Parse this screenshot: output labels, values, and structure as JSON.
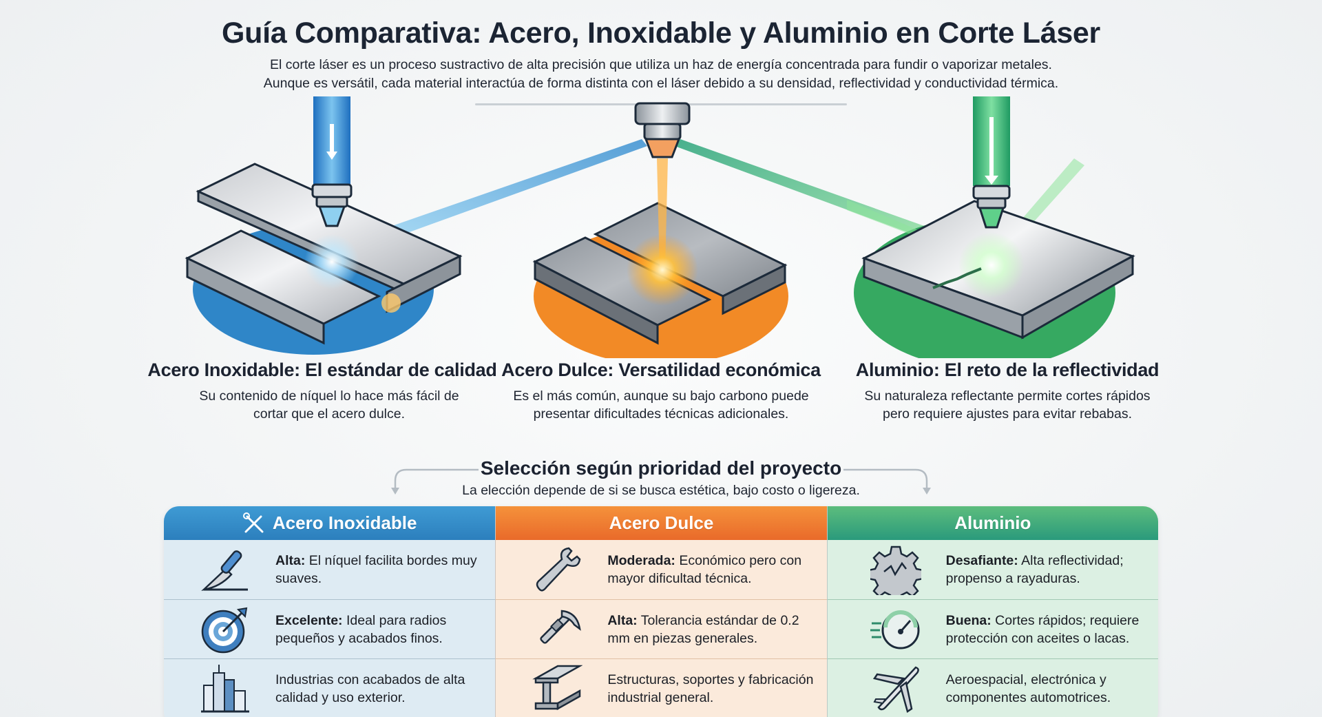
{
  "header": {
    "title": "Guía Comparativa: Acero, Inoxidable y Aluminio en Corte Láser",
    "intro_line1": "El corte láser es un proceso sustractivo de alta precisión que utiliza un haz de energía concentrada para fundir o vaporizar metales.",
    "intro_line2": "Aunque es versátil, cada material interactúa de forma distinta con el láser debido a su densidad, reflectividad y conductividad térmica."
  },
  "materials": [
    {
      "heading": "Acero Inoxidable: El estándar de calidad",
      "desc_line1": "Su contenido de níquel lo hace más fácil de",
      "desc_line2": "cortar que el acero dulce.",
      "color": "#2c7fbd",
      "illustration": "laser-cutting-stainless-plates"
    },
    {
      "heading": "Acero Dulce: Versatilidad económica",
      "desc_line1": "Es el más común, aunque su bajo carbono puede",
      "desc_line2": "presentar dificultades técnicas adicionales.",
      "color": "#ee7a2c",
      "illustration": "laser-cutting-mild-steel-plates"
    },
    {
      "heading": "Aluminio: El reto de la reflectividad",
      "desc_line1": "Su naturaleza reflectante permite cortes rápidos",
      "desc_line2": "pero requiere ajustes para evitar rebabas.",
      "color": "#2fa070",
      "illustration": "laser-cutting-aluminum-plate"
    }
  ],
  "selection": {
    "heading": "Selección según prioridad del proyecto",
    "subtitle": "La elección depende de si se busca estética, bajo costo o ligereza."
  },
  "table": {
    "columns": [
      {
        "header": "Acero Inoxidable",
        "header_icon": "tools-icon",
        "color": "#2c7fbd",
        "rows": [
          {
            "icon": "knife-icon",
            "label": "Alta:",
            "text": " El níquel facilita bordes muy suaves."
          },
          {
            "icon": "target-icon",
            "label": "Excelente:",
            "text": " Ideal para radios pequeños y acabados finos."
          },
          {
            "icon": "building-icon",
            "label": "",
            "text": "Industrias con acabados de alta calidad y uso exterior."
          }
        ]
      },
      {
        "header": "Acero Dulce",
        "color": "#ee7a2c",
        "rows": [
          {
            "icon": "wrench-icon",
            "label": "Moderada:",
            "text": " Económico pero con mayor dificultad técnica."
          },
          {
            "icon": "caliper-icon",
            "label": "Alta:",
            "text": " Tolerancia estándar de 0.2 mm en piezas generales."
          },
          {
            "icon": "i-beam-icon",
            "label": "",
            "text": "Estructuras, soportes y fabricación industrial general."
          }
        ]
      },
      {
        "header": "Aluminio",
        "color": "#2fa070",
        "rows": [
          {
            "icon": "broken-gear-icon",
            "label": "Desafiante:",
            "text": " Alta reflectividad; propenso a rayaduras."
          },
          {
            "icon": "speedometer-icon",
            "label": "Buena:",
            "text": " Cortes rápidos; requiere protección con aceites o lacas."
          },
          {
            "icon": "airplane-icon",
            "label": "",
            "text": "Aeroespacial, electrónica y componentes automotrices."
          }
        ]
      }
    ]
  }
}
